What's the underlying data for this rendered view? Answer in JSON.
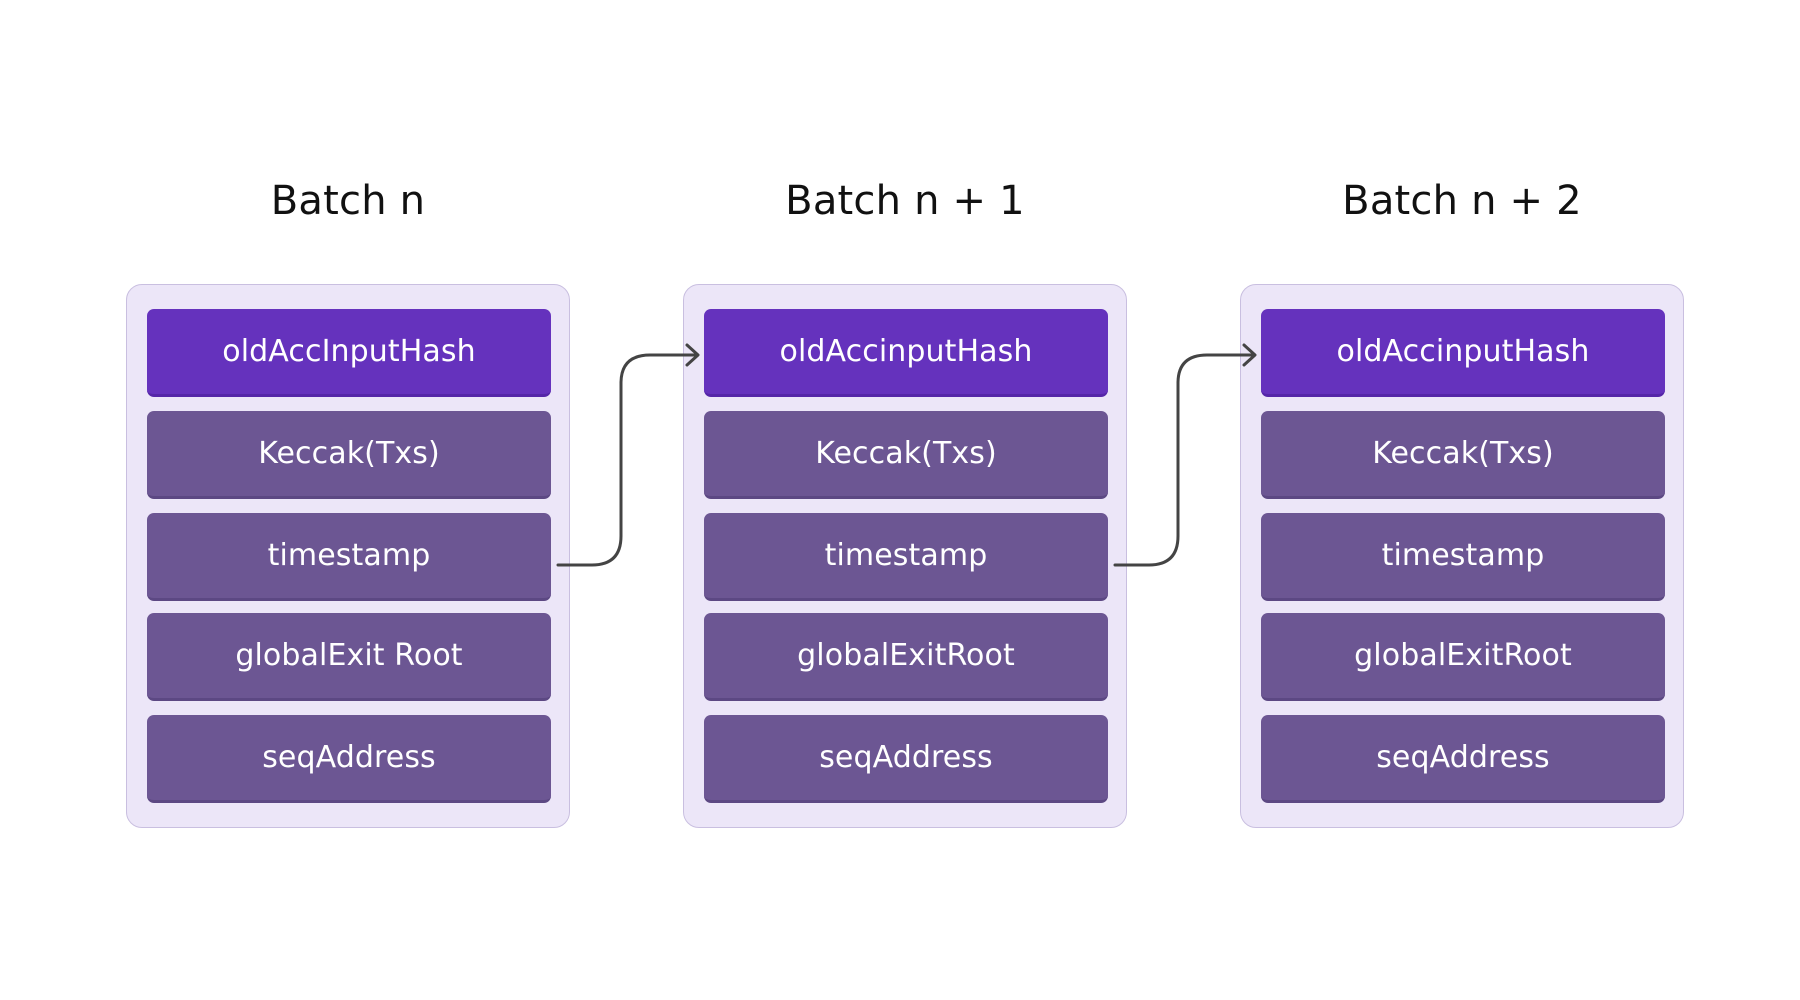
{
  "batches": [
    {
      "title": "Batch n",
      "fields": [
        "oldAccInputHash",
        "Keccak(Txs)",
        "timestamp",
        "globalExit Root",
        "seqAddress"
      ]
    },
    {
      "title": "Batch n + 1",
      "fields": [
        "oldAccinputHash",
        "Keccak(Txs)",
        "timestamp",
        "globalExitRoot",
        "seqAddress"
      ]
    },
    {
      "title": "Batch n + 2",
      "fields": [
        "oldAccinputHash",
        "Keccak(Txs)",
        "timestamp",
        "globalExitRoot",
        "seqAddress"
      ]
    }
  ],
  "colors": {
    "panel_background": "#ece6f8",
    "panel_border": "#c9bfe0",
    "highlight_field": "#6532bd",
    "field": "#6c5693",
    "connector": "#444444",
    "title_text": "#111111",
    "field_text": "#ffffff"
  }
}
